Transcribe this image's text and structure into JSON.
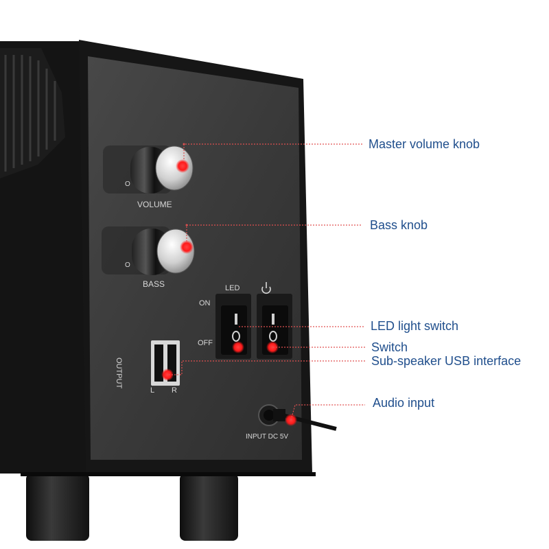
{
  "panel": {
    "volume_label": "VOLUME",
    "bass_label": "BASS",
    "volume_min_mark": "O",
    "bass_min_mark": "O",
    "led_label": "LED",
    "on_label": "ON",
    "off_label": "OFF",
    "output_label": "OUTPUT",
    "left_label": "L",
    "right_label": "R",
    "input_label": "INPUT DC 5V",
    "switch_on_mark": "I",
    "switch_off_mark": "O",
    "power_symbol": "power-icon"
  },
  "callouts": {
    "master_volume": "Master volume knob",
    "bass": "Bass knob",
    "led_switch": "LED light switch",
    "switch": "Switch",
    "usb": "Sub-speaker USB interface",
    "audio_input": "Audio input"
  },
  "colors": {
    "callout_text": "#1f4e8c",
    "marker_red": "#ff1a1a",
    "leader_line": "#e05050",
    "panel_dark": "#3a3a3a",
    "body_black": "#141414"
  }
}
